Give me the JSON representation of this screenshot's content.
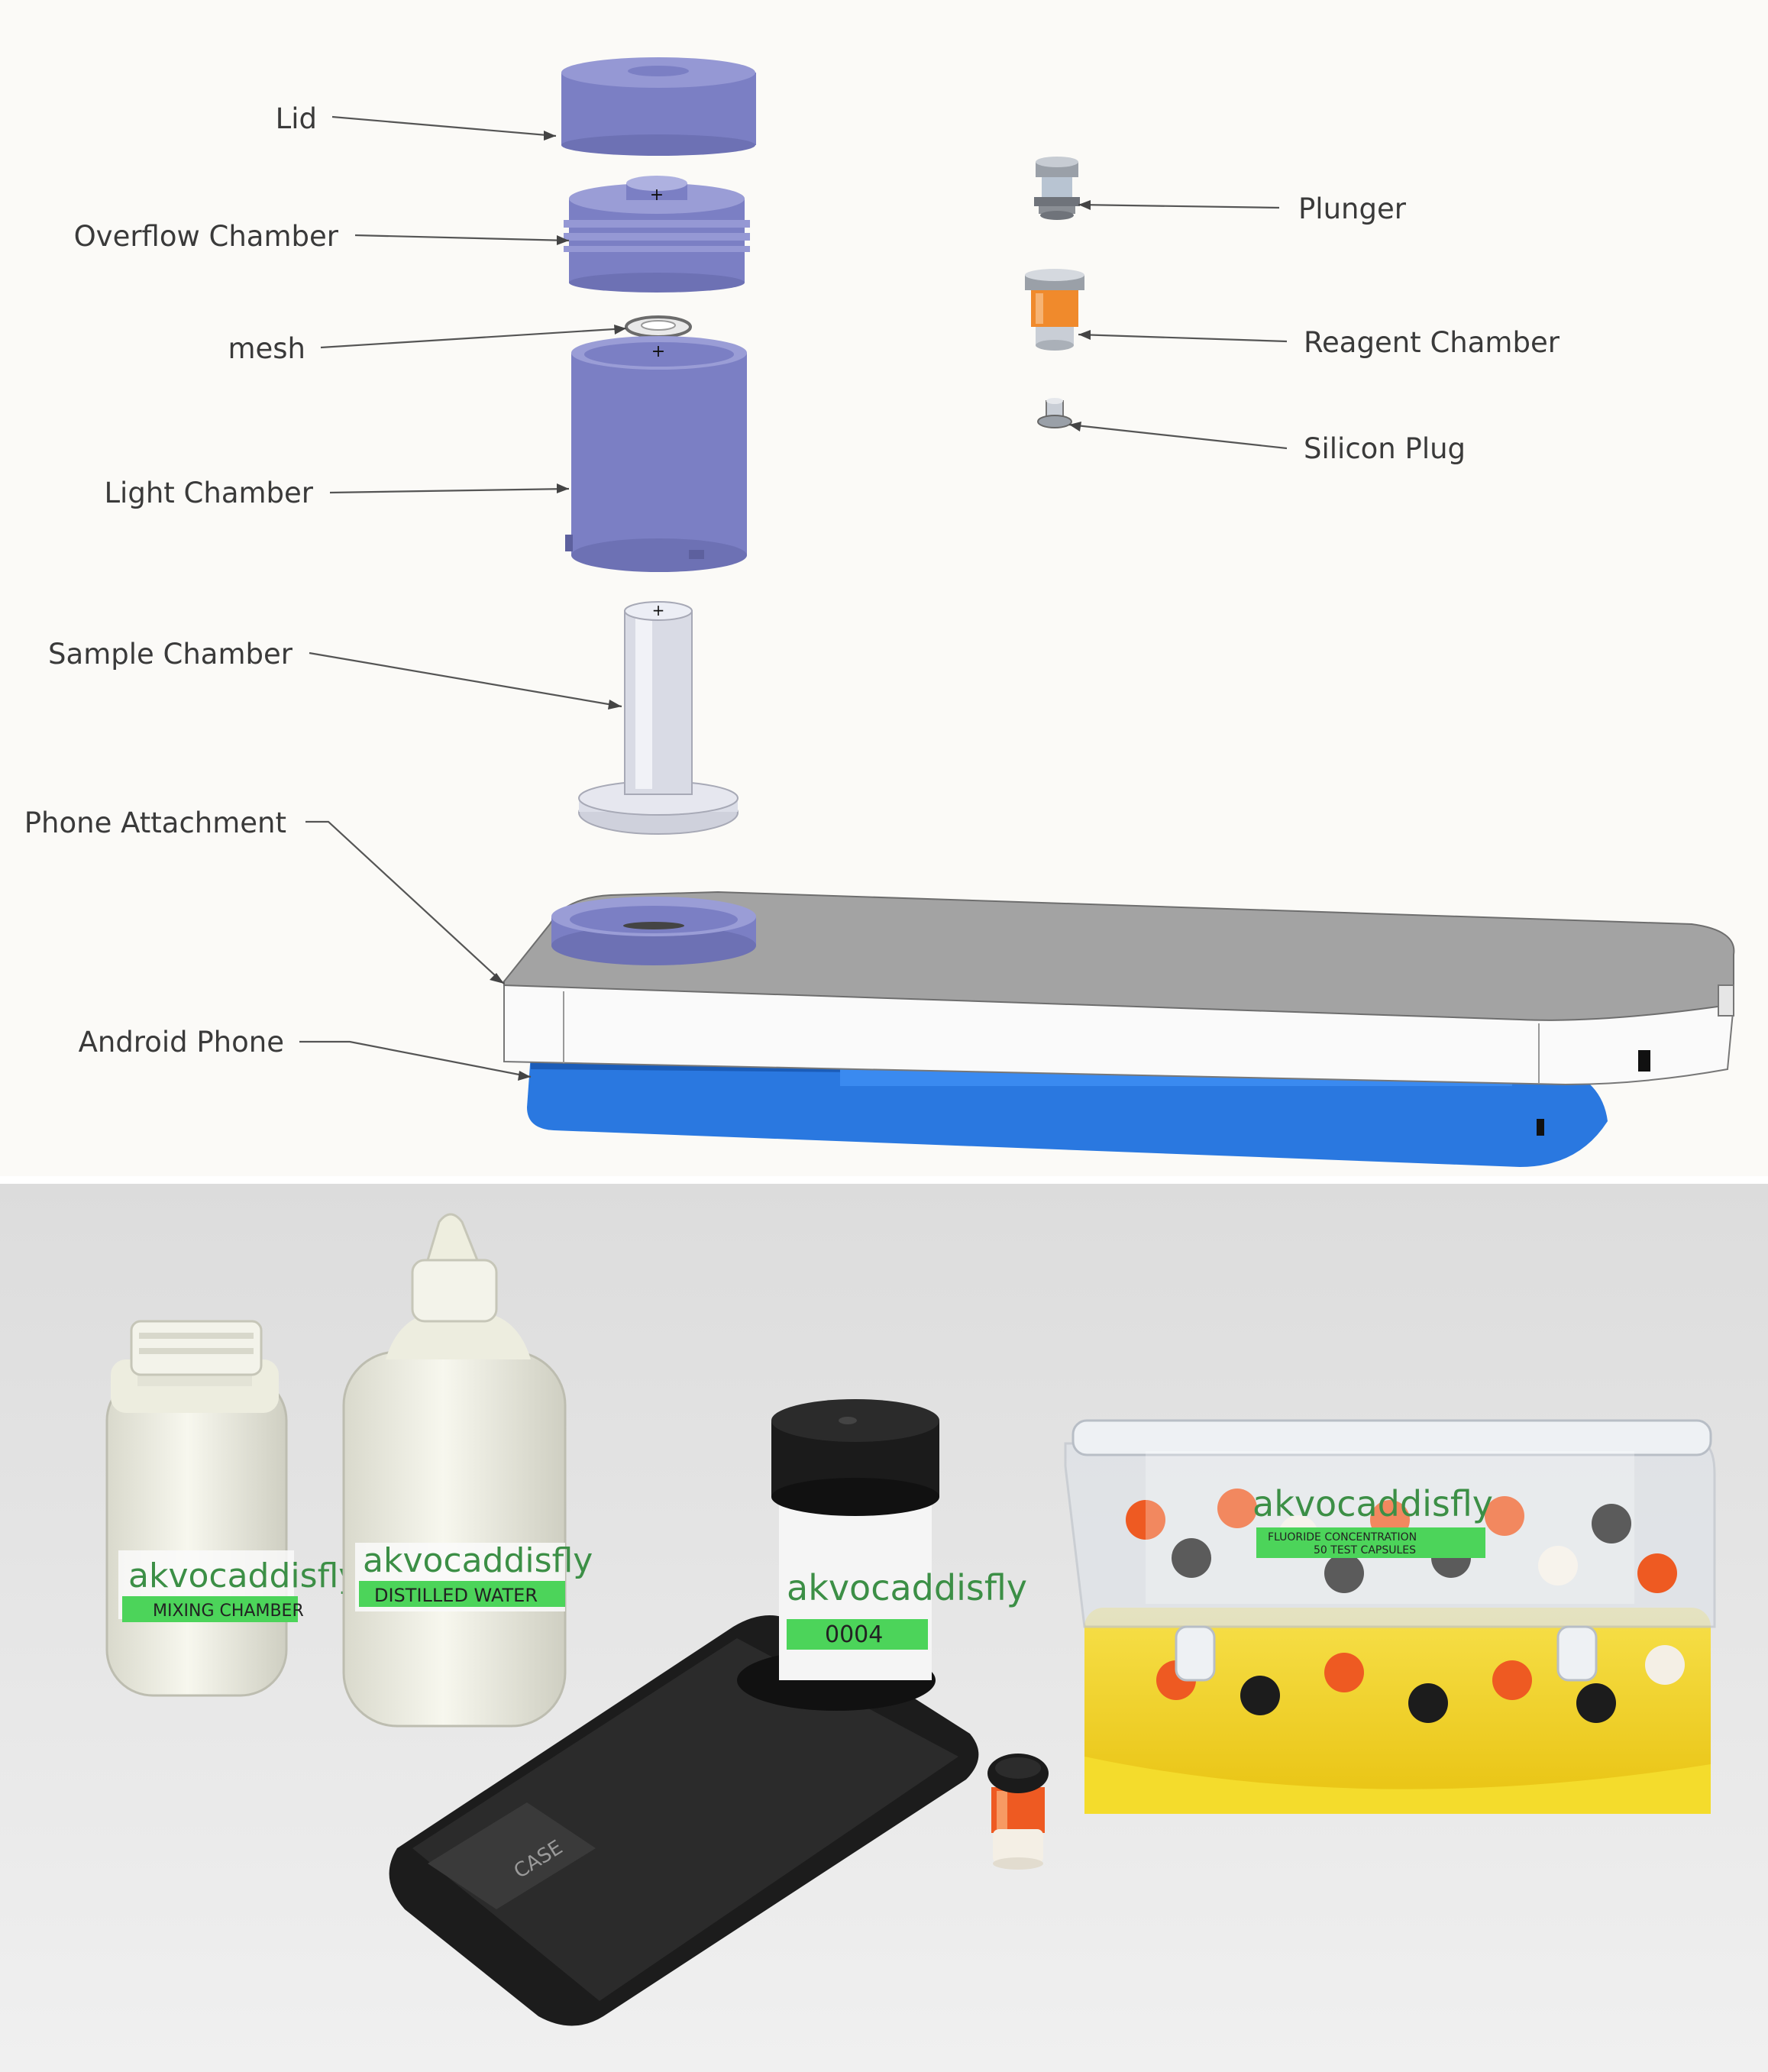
{
  "diagram": {
    "labels": {
      "lid": "Lid",
      "overflow_chamber": "Overflow Chamber",
      "mesh": "mesh",
      "light_chamber": "Light Chamber",
      "sample_chamber": "Sample Chamber",
      "phone_attachment": "Phone Attachment",
      "android_phone": "Android Phone",
      "plunger": "Plunger",
      "reagent_chamber": "Reagent Chamber",
      "silicon_plug": "Silicon Plug"
    },
    "colors": {
      "chamber_purple": "#7b7fc4",
      "chamber_purple_dark": "#5d609e",
      "sample_grey": "#d7d9e3",
      "attachment_grey": "#a3a3a3",
      "phone_blue": "#2a78e0",
      "reagent_orange": "#f08a2c",
      "background": "#fbfaf7"
    }
  },
  "photo": {
    "bottle_small_brand": "akvocaddisfly",
    "bottle_small_label": "MIXING CHAMBER",
    "bottle_large_brand": "akvocaddisfly",
    "bottle_large_label": "DISTILLED WATER",
    "device_brand": "akvocaddisfly",
    "device_label": "0004",
    "phone_case_logo": "CASE",
    "box_brand": "akvocaddisfly",
    "box_label_line1": "FLUORIDE CONCENTRATION",
    "box_label_line2": "50 TEST CAPSULES",
    "colors": {
      "background": "#e8e8e8",
      "brand_green": "#4cd45a",
      "box_yellow": "#f2d21a",
      "capsule_orange": "#ee5a22",
      "phone_black": "#1c1c1c"
    }
  }
}
